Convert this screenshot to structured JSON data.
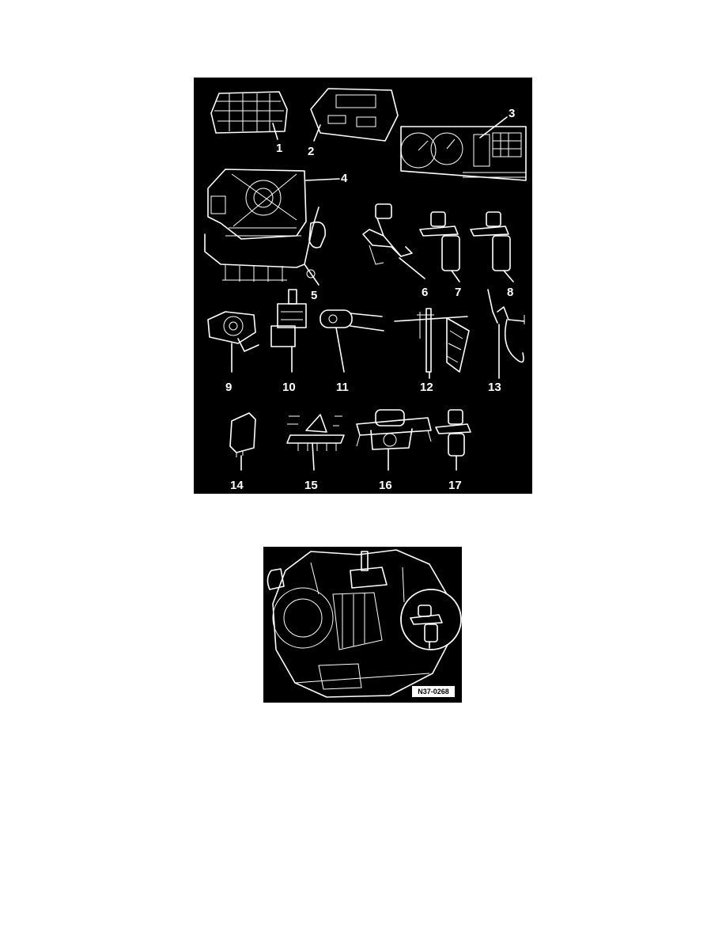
{
  "figures": [
    {
      "id": "components",
      "callouts": [
        "1",
        "2",
        "3",
        "4",
        "5",
        "6",
        "7",
        "8",
        "9",
        "10",
        "11",
        "12",
        "13",
        "14",
        "15",
        "16",
        "17"
      ]
    },
    {
      "id": "transmission",
      "code": "N37-0268"
    }
  ],
  "colors": {
    "figure_background": "#000000",
    "line_art": "#ffffff",
    "page": "#ffffff"
  }
}
